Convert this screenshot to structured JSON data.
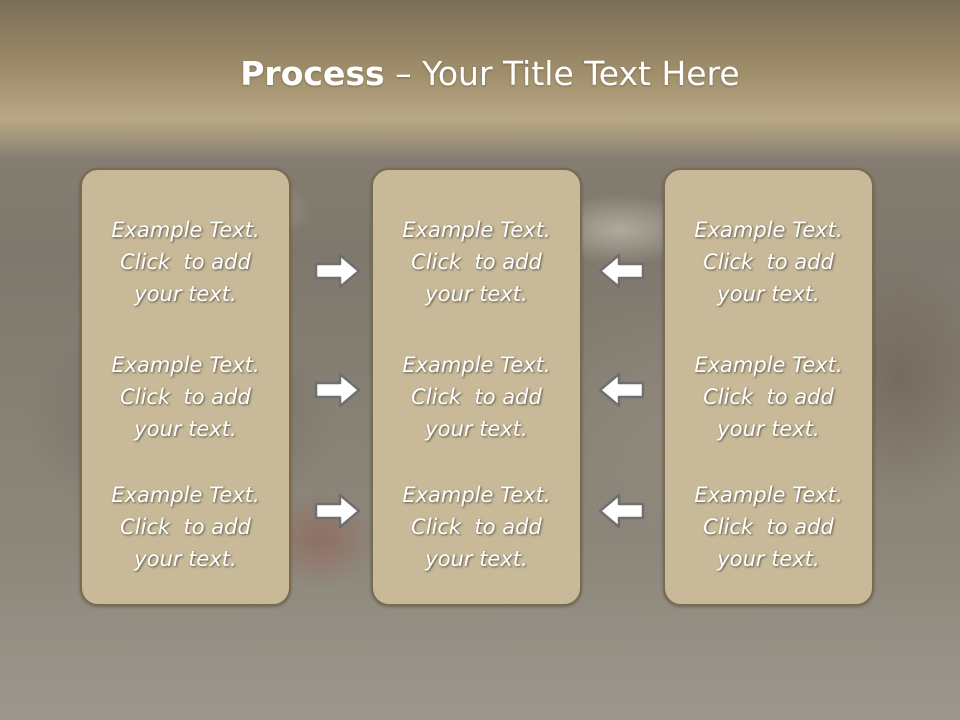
{
  "slide": {
    "title_bold": "Process",
    "title_rest": " – Your Title Text Here"
  },
  "panels": [
    {
      "items": [
        {
          "line1": "Example Text.",
          "line2": "Click  to add",
          "line3": "your text."
        },
        {
          "line1": "Example Text.",
          "line2": "Click  to add",
          "line3": "your text."
        },
        {
          "line1": "Example Text.",
          "line2": "Click  to add",
          "line3": "your text."
        }
      ]
    },
    {
      "items": [
        {
          "line1": "Example Text.",
          "line2": "Click  to add",
          "line3": "your text."
        },
        {
          "line1": "Example Text.",
          "line2": "Click  to add",
          "line3": "your text."
        },
        {
          "line1": "Example Text.",
          "line2": "Click  to add",
          "line3": "your text."
        }
      ]
    },
    {
      "items": [
        {
          "line1": "Example Text.",
          "line2": "Click  to add",
          "line3": "your text."
        },
        {
          "line1": "Example Text.",
          "line2": "Click  to add",
          "line3": "your text."
        },
        {
          "line1": "Example Text.",
          "line2": "Click  to add",
          "line3": "your text."
        }
      ]
    }
  ],
  "arrows": {
    "left_group": "arrow-right-icon",
    "right_group": "arrow-left-icon"
  },
  "colors": {
    "panel_fill": "#c8b998",
    "panel_border": "#7a6a4e",
    "header_band": "#a08e6b",
    "arrow_fill": "#ffffff",
    "arrow_stroke": "#6f6f6f"
  }
}
